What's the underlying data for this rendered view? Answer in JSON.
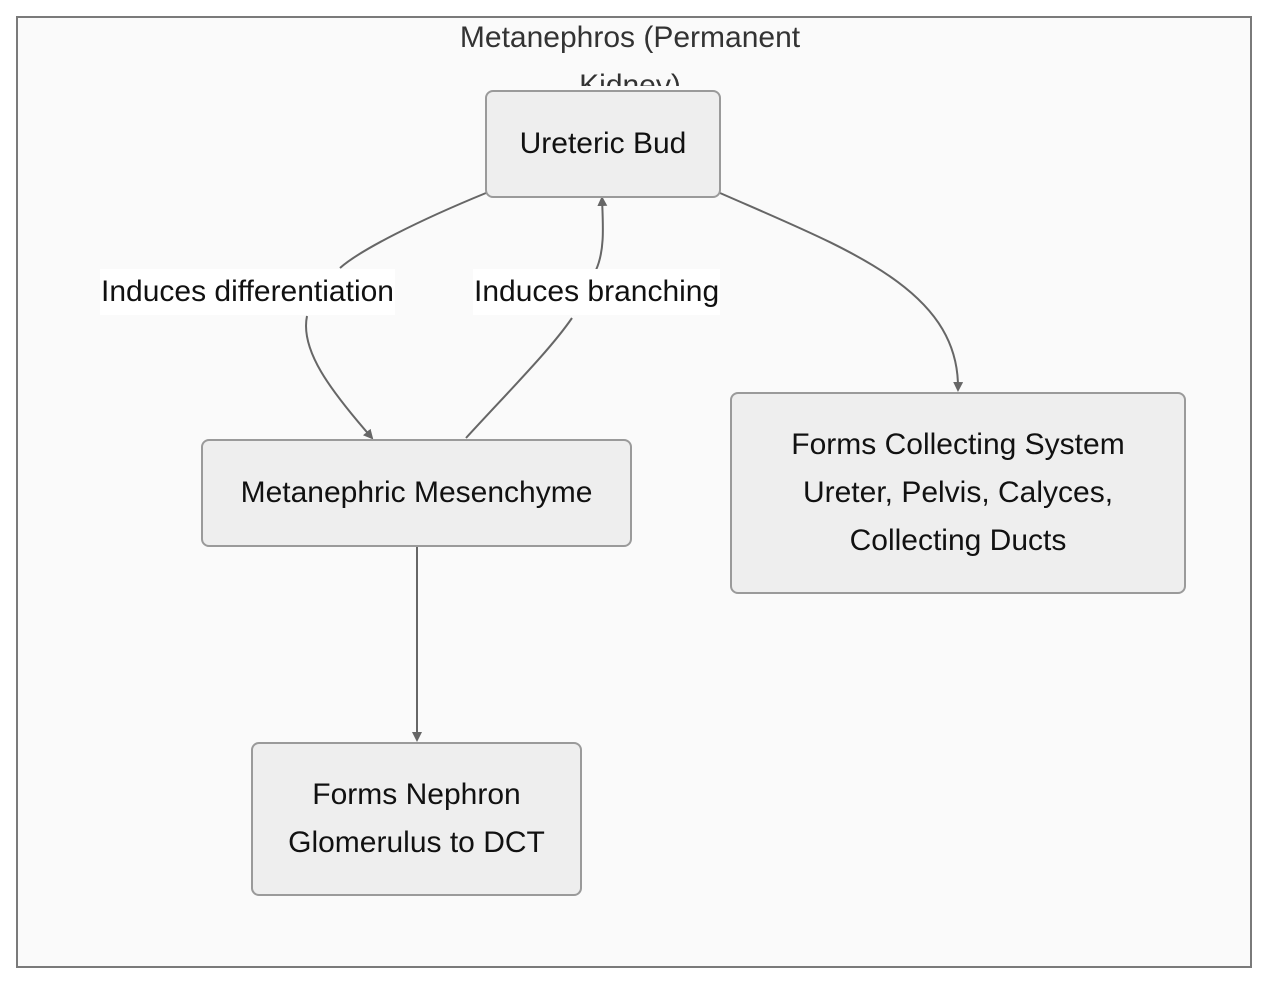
{
  "cluster": {
    "title": "Metanephros (Permanent Kidney)"
  },
  "nodes": {
    "ureteric_bud": {
      "label": "Ureteric Bud"
    },
    "metanephric_mesenchyme": {
      "label": "Metanephric Mesenchyme"
    },
    "collecting_system": {
      "line1": "Forms Collecting System",
      "line2": "Ureter, Pelvis, Calyces,",
      "line3": "Collecting Ducts"
    },
    "nephron": {
      "line1": "Forms Nephron",
      "line2": "Glomerulus to DCT"
    }
  },
  "edges": {
    "induces_differentiation": {
      "label": "Induces differentiation"
    },
    "induces_branching": {
      "label": "Induces branching"
    }
  },
  "colors": {
    "node_fill": "#eeeeee",
    "node_border": "#9a9a9a",
    "edge": "#666666",
    "frame_border": "#7a7a7a"
  }
}
